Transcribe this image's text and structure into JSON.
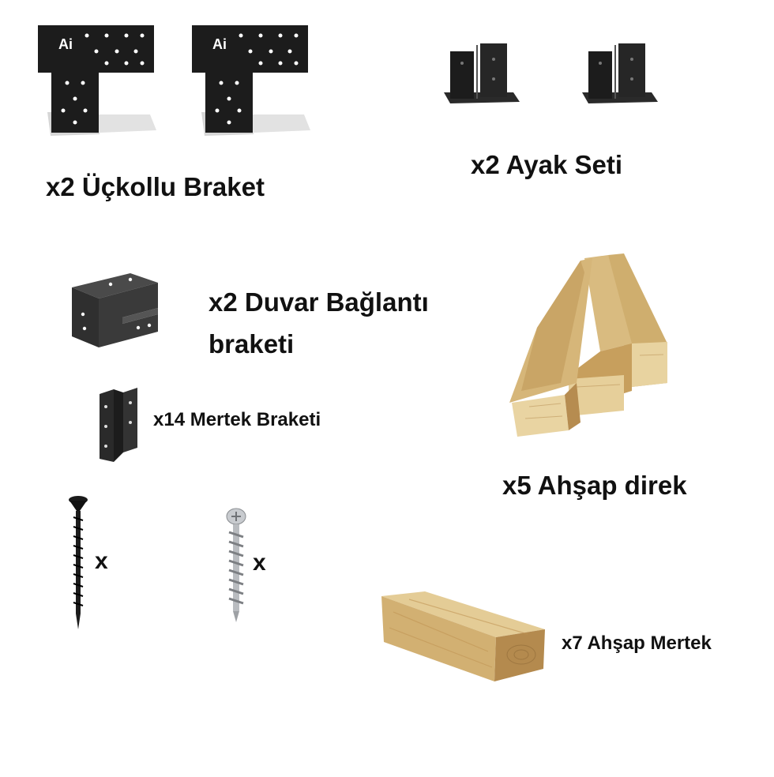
{
  "colors": {
    "bracket_black": "#1c1c1c",
    "bracket_dark_grey": "#3a3a3a",
    "wood_light": "#e4cc96",
    "wood_mid": "#d2b072",
    "wood_dark": "#b48a4e",
    "screw_silver": "#b9bcc0"
  },
  "items": {
    "corner_bracket": {
      "label": "x2 Üçkollu Braket",
      "icon": "three-arm-bracket-icon",
      "logo_text": "Ai"
    },
    "post_base": {
      "label": "x2 Ayak Seti",
      "icon": "post-base-icon"
    },
    "wall_bracket": {
      "label_line1": "x2 Duvar Bağlantı",
      "label_line2": "braketi",
      "icon": "wall-bracket-icon"
    },
    "rafter_bracket": {
      "label": "x14 Mertek Braketi",
      "icon": "rafter-bracket-icon"
    },
    "wood_post": {
      "label": "x5 Ahşap direk",
      "icon": "wooden-post-icon"
    },
    "black_screw": {
      "label": "x",
      "icon": "black-screw-icon"
    },
    "silver_screw": {
      "label": "x",
      "icon": "silver-screw-icon"
    },
    "wood_rafter": {
      "label": "x7 Ahşap Mertek",
      "icon": "wooden-rafter-icon"
    }
  }
}
